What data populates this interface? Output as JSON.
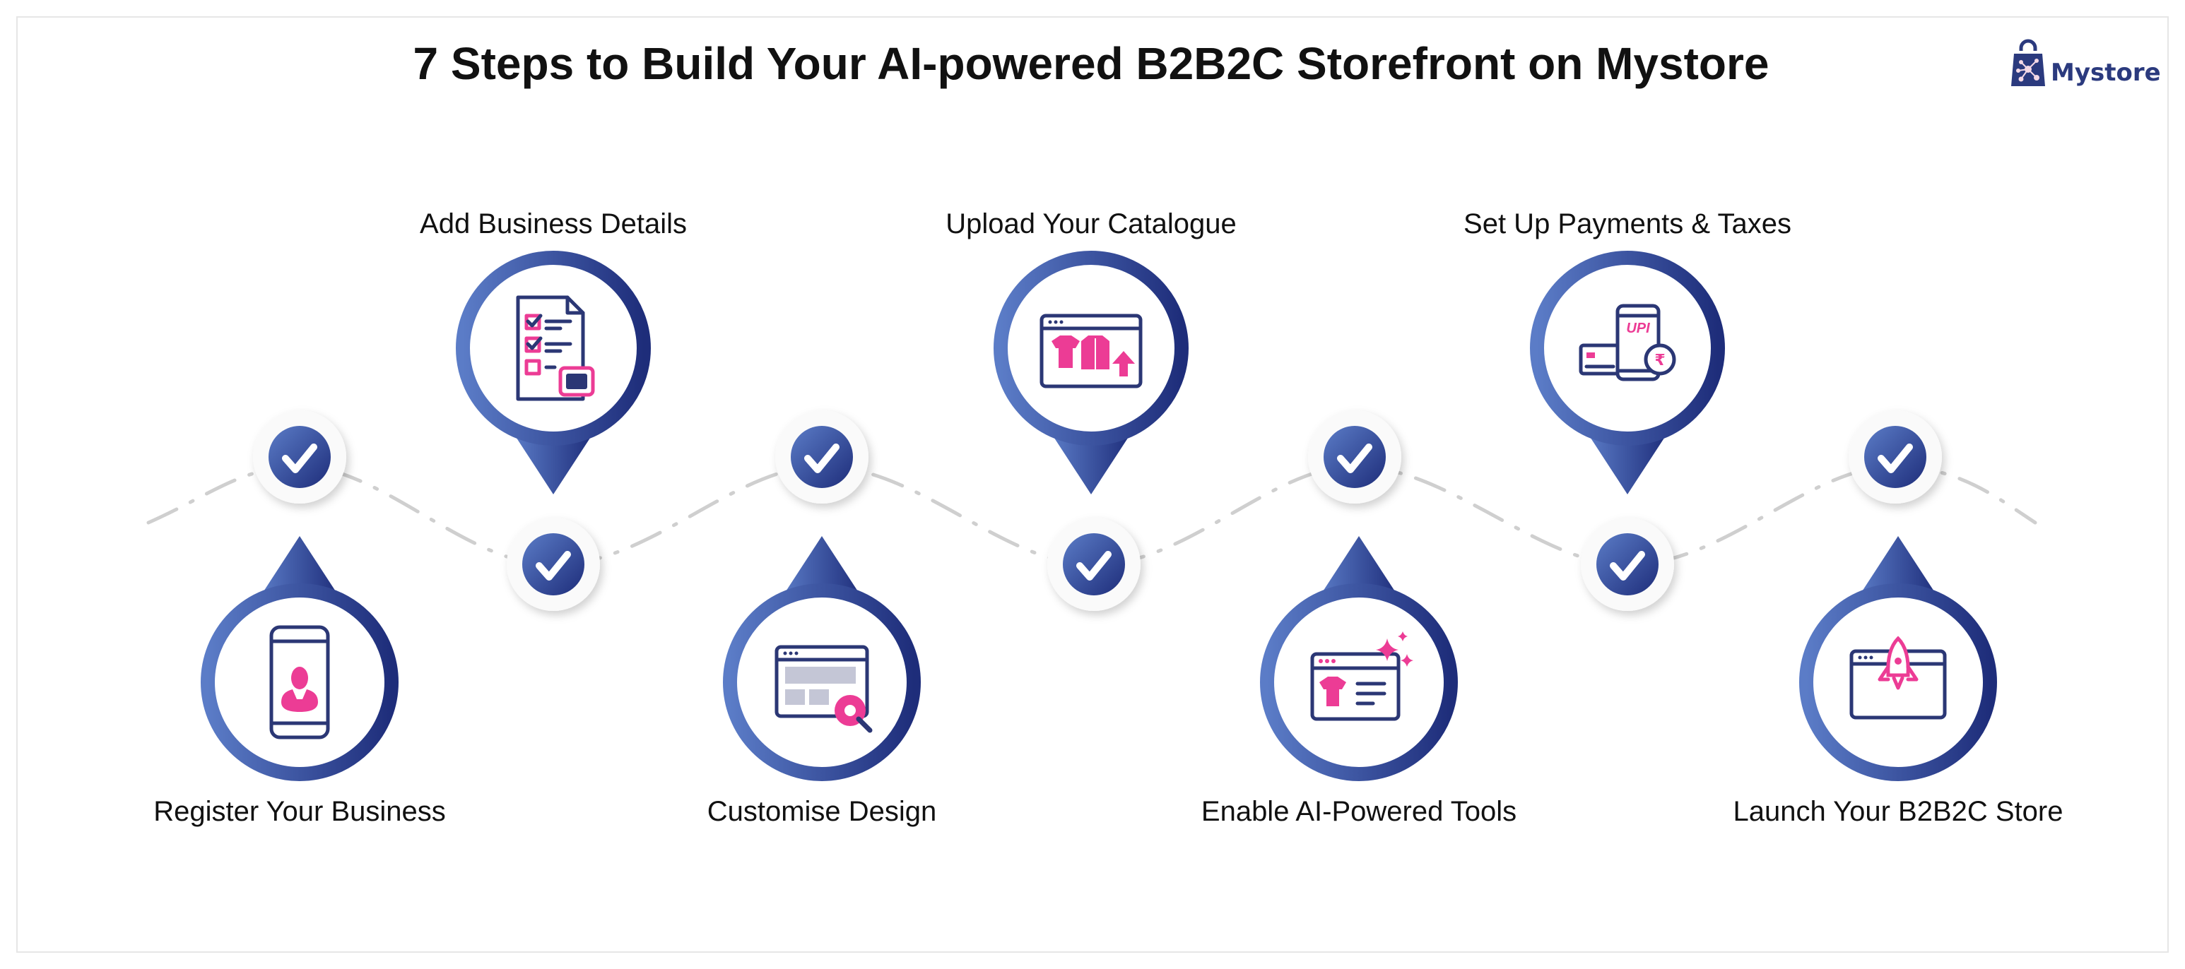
{
  "title": "7 Steps to Build Your AI-powered B2B2C Storefront on Mystore",
  "logo": {
    "text": "Mystore",
    "icon": "shopping-bag-network-icon"
  },
  "colors": {
    "navy": "#23307a",
    "navy_light": "#5b7cc7",
    "pink": "#ec3c95",
    "path": "#cccccc"
  },
  "steps": [
    {
      "label": "Register Your Business",
      "icon": "phone-user-icon"
    },
    {
      "label": "Add Business Details",
      "icon": "checklist-document-icon"
    },
    {
      "label": "Customise Design",
      "icon": "browser-settings-icon"
    },
    {
      "label": "Upload Your Catalogue",
      "icon": "catalogue-upload-icon"
    },
    {
      "label": "Enable AI-Powered Tools",
      "icon": "ai-sparkle-browser-icon"
    },
    {
      "label": "Set Up Payments & Taxes",
      "icon": "upi-payment-icon"
    },
    {
      "label": "Launch Your B2B2C Store",
      "icon": "rocket-launch-icon"
    }
  ]
}
